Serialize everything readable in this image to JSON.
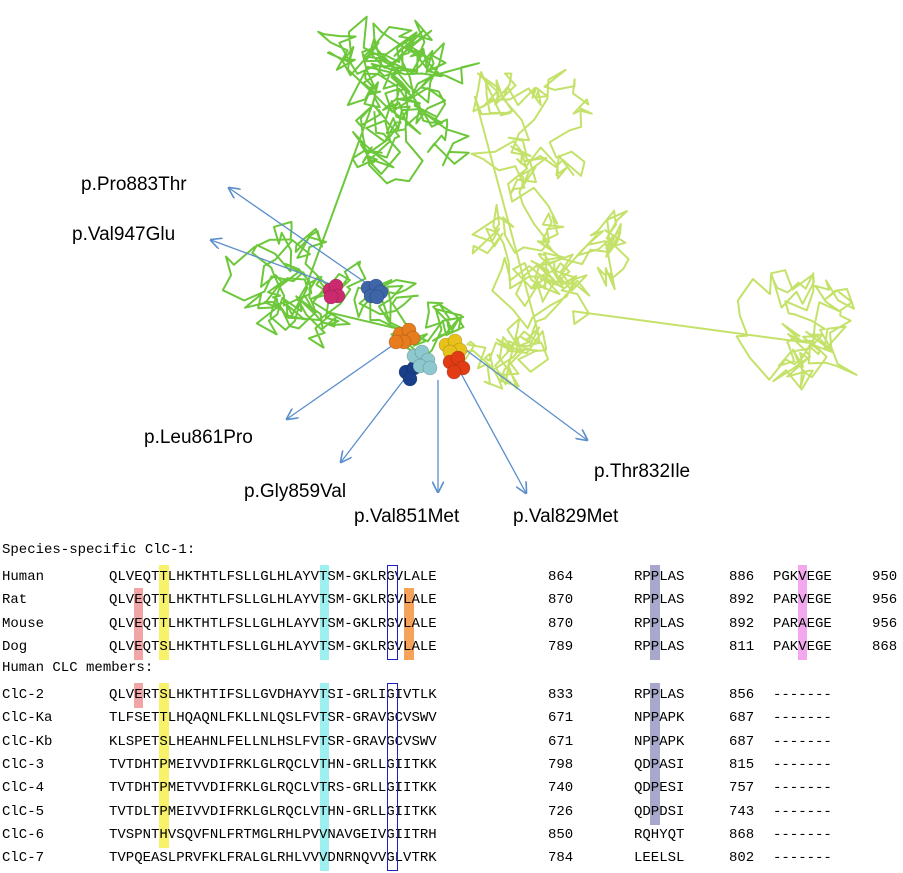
{
  "colors": {
    "chain_a": "#6cc83a",
    "chain_b": "#c4e26a",
    "arrow": "#5b8fcb",
    "box": "#2020c0",
    "hl_red": "#f2a5a5",
    "hl_yellow": "#f7f26a",
    "hl_cyan": "#9ef0f0",
    "hl_orange": "#f5a35b",
    "hl_slate": "#a8a8cc",
    "hl_pink": "#f2a7ee"
  },
  "mutations": [
    {
      "id": "pro883thr",
      "label": "p.Pro883Thr",
      "sphere_color": "#3e65a8"
    },
    {
      "id": "val947glu",
      "label": "p.Val947Glu",
      "sphere_color": "#cc2a6e"
    },
    {
      "id": "leu861pro",
      "label": "p.Leu861Pro",
      "sphere_color": "#e77c1e"
    },
    {
      "id": "gly859val",
      "label": "p.Gly859Val",
      "sphere_color": "#1a3f8a"
    },
    {
      "id": "val851met",
      "label": "p.Val851Met",
      "sphere_color": "#8ec8cf"
    },
    {
      "id": "val829met",
      "label": "p.Val829Met",
      "sphere_color": "#e8c21a"
    },
    {
      "id": "thr832ile",
      "label": "p.Thr832Ile",
      "sphere_color": "#e23c14"
    }
  ],
  "alignment": {
    "species_title": "Species-specific ClC-1:",
    "human_title": "Human CLC members:",
    "species_rows": [
      {
        "name": "Human",
        "seq1": "QLVEQTTLHKTHTLFSLLGLHLAYVTSM-GKLRGVLALE",
        "num1": "864",
        "seq2": "RPPLAS",
        "num2": "886",
        "seq3": "PGKVEGE",
        "num3": "950"
      },
      {
        "name": "Rat",
        "seq1": "QLVEQTTLHKTHTLFSLLGLHLAYVTSM-GKLRGVLALE",
        "num1": "870",
        "seq2": "RPPLAS",
        "num2": "892",
        "seq3": "PARVEGE",
        "num3": "956"
      },
      {
        "name": "Mouse",
        "seq1": "QLVEQTTLHKTHTLFSLLGLHLAYVTSM-GKLRGVLALE",
        "num1": "870",
        "seq2": "RPPLAS",
        "num2": "892",
        "seq3": "PARAEGE",
        "num3": "956"
      },
      {
        "name": "Dog",
        "seq1": "QLVEQTSLHKTHTLFSLLGLHLAYVTSM-GKLRGVLALE",
        "num1": "789",
        "seq2": "RPPLAS",
        "num2": "811",
        "seq3": "PAKVEGE",
        "num3": "868"
      }
    ],
    "human_rows": [
      {
        "name": "ClC-2",
        "seq1": "QLVERTSLHKTHTIFSLLGVDHAYVTSI-GRLIGIVTLK",
        "num1": "833",
        "seq2": "RPPLAS",
        "num2": "856",
        "seq3": "-------",
        "num3": ""
      },
      {
        "name": "ClC-Ka",
        "seq1": "TLFSETTLHQAQNLFKLLNLQSLFVTSR-GRAVGCVSWV",
        "num1": "671",
        "seq2": "NPPAPK",
        "num2": "687",
        "seq3": "-------",
        "num3": ""
      },
      {
        "name": "ClC-Kb",
        "seq1": "KLSPETSLHEAHNLFELLNLHSLFVTSR-GRAVGCVSWV",
        "num1": "671",
        "seq2": "NPPAPK",
        "num2": "687",
        "seq3": "-------",
        "num3": ""
      },
      {
        "name": "ClC-3",
        "seq1": "TVTDHTPMEIVVDIFRKLGLRQCLVTHN-GRLLGIITKK",
        "num1": "798",
        "seq2": "QDPASI",
        "num2": "815",
        "seq3": "-------",
        "num3": ""
      },
      {
        "name": "ClC-4",
        "seq1": "TVTDHTPMETVVDIFRKLGLRQCLVTRS-GRLLGIITKK",
        "num1": "740",
        "seq2": "QDPESI",
        "num2": "757",
        "seq3": "-------",
        "num3": ""
      },
      {
        "name": "ClC-5",
        "seq1": "TVTDLTPMEIVVDIFRKLGLRQCLVTHN-GRLLGIITKK",
        "num1": "726",
        "seq2": "QDPDSI",
        "num2": "743",
        "seq3": "-------",
        "num3": ""
      },
      {
        "name": "ClC-6",
        "seq1": "TVSPNTHVSQVFNLFRTMGLRHLPVVNAVGEIVGIITRH",
        "num1": "850",
        "seq2": "RQHYQT",
        "num2": "868",
        "seq3": "-------",
        "num3": ""
      },
      {
        "name": "ClC-7",
        "seq1": "TVPQEASLPRVFKLFRALGLRHLVVVDNRNQVVGLVTRK",
        "num1": "784",
        "seq2": "LEELSL",
        "num2": "802",
        "seq3": "-------",
        "num3": ""
      }
    ]
  }
}
